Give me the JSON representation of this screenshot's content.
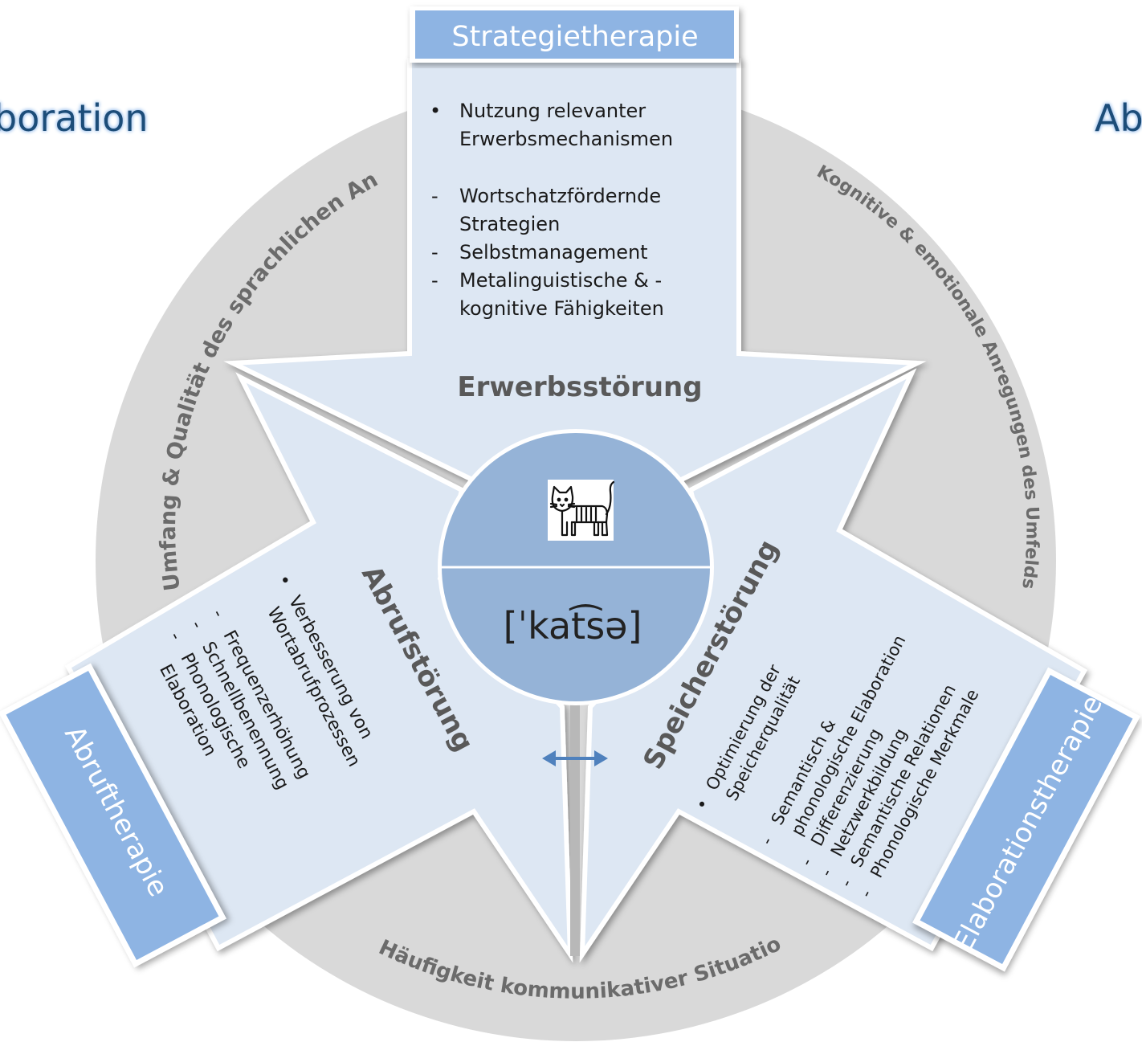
{
  "edge_labels": {
    "left": "boration",
    "right": "Ab"
  },
  "ring_labels": {
    "left": "Umfang & Qualität des sprachlichen Angebots",
    "right": "Kognitive & emotionale Anregungen des Umfelds",
    "bottom": "Häufigkeit kommunikativer Situationen"
  },
  "top_panel": {
    "title": "Strategietherapie",
    "lines": [
      {
        "bullet": "•",
        "text": "Nutzung  relevanter"
      },
      {
        "bullet": "",
        "text": "Erwerbsmechanismen"
      },
      {
        "bullet": "-",
        "text": "Wortschatzfördernde"
      },
      {
        "bullet": "",
        "text": "Strategien"
      },
      {
        "bullet": "-",
        "text": "Selbstmanagement"
      },
      {
        "bullet": "-",
        "text": "Metalinguistische & -"
      },
      {
        "bullet": "",
        "text": "kognitive Fähigkeiten"
      }
    ],
    "heading": "Erwerbsstörung"
  },
  "left_panel": {
    "title": "Abruftherapie",
    "heading": "Abrufstörung",
    "lines": [
      {
        "bullet": "•",
        "text": "Verbesserung von"
      },
      {
        "bullet": "",
        "text": "Wortabrufprozessen"
      },
      {
        "bullet": "-",
        "text": "Frequenzerhöhung"
      },
      {
        "bullet": "-",
        "text": "Schnellbenennung"
      },
      {
        "bullet": "-",
        "text": "Phonologische"
      },
      {
        "bullet": "",
        "text": "Elaboration"
      }
    ]
  },
  "right_panel": {
    "title": "Elaborationstherapie",
    "heading": "Speicherstörung",
    "lines": [
      {
        "bullet": "•",
        "text": "Optimierung der"
      },
      {
        "bullet": "",
        "text": "Speicherqualität"
      },
      {
        "bullet": "-",
        "text": "Semantisch &"
      },
      {
        "bullet": "",
        "text": "phonologische Elaboration"
      },
      {
        "bullet": "-",
        "text": "Differenzierung"
      },
      {
        "bullet": "-",
        "text": "Netzwerkbildung"
      },
      {
        "bullet": "-",
        "text": "Semantische Relationen"
      },
      {
        "bullet": "-",
        "text": "Phonologische Merkmale"
      }
    ]
  },
  "center": {
    "image": "cat-icon",
    "transcription": "[ˈkat͡sə]"
  },
  "colors": {
    "ring": "#d9d9d9",
    "panel_fill": "#dde7f3",
    "tab_fill": "#8eb4e3",
    "center_fill": "#95b3d7",
    "arrow": "#4f81bd",
    "divider": "#b8b8b8"
  }
}
